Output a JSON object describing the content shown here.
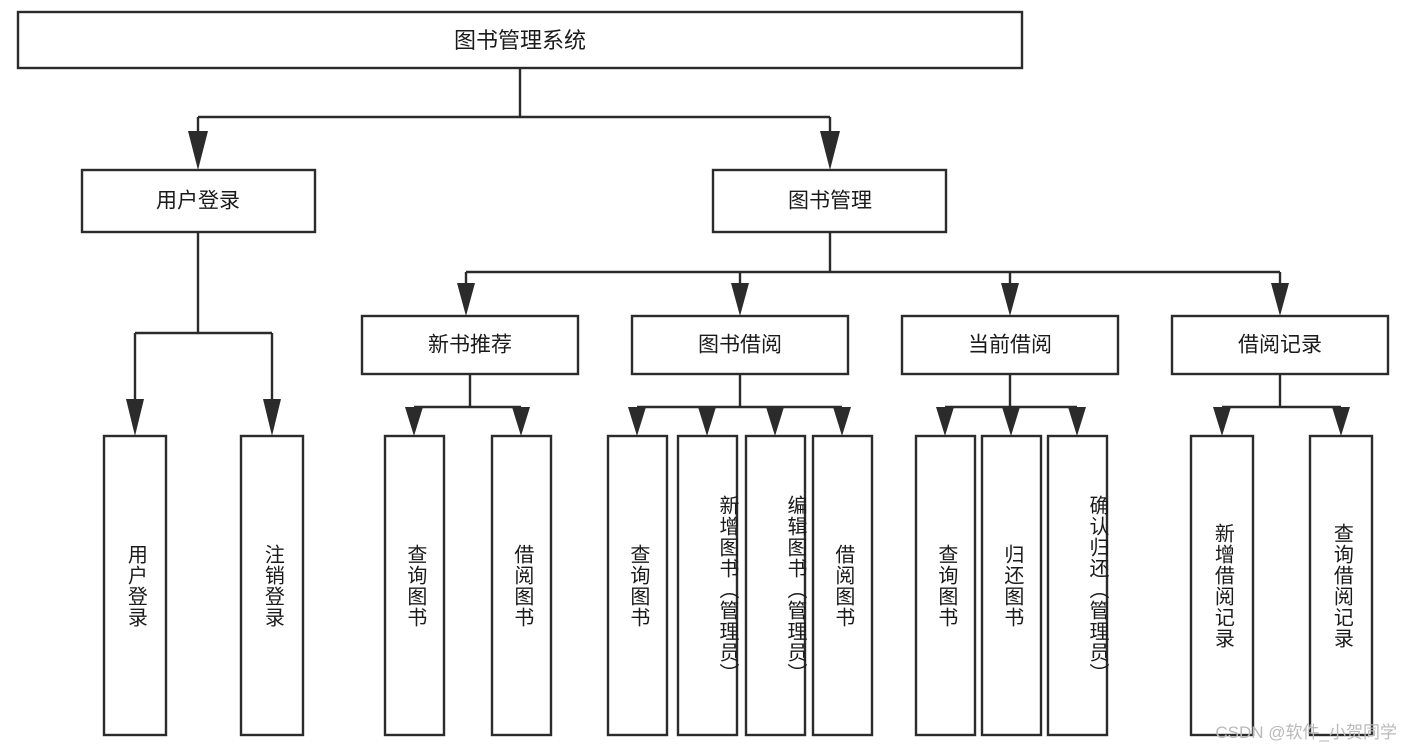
{
  "diagram": {
    "title": "图书管理系统",
    "watermark": "CSDN @软件_小贺同学",
    "colors": {
      "background": "#ffffff",
      "stroke": "#2b2b2b",
      "text": "#1a1a1a",
      "watermark": "#b9b9b9"
    },
    "root": {
      "label": "图书管理系统"
    },
    "level2": [
      {
        "label": "用户登录"
      },
      {
        "label": "图书管理"
      }
    ],
    "level3": [
      {
        "label": "新书推荐"
      },
      {
        "label": "图书借阅"
      },
      {
        "label": "当前借阅"
      },
      {
        "label": "借阅记录"
      }
    ],
    "leaves": {
      "user_login": [
        {
          "label": "用户登录"
        },
        {
          "label": "注销登录"
        }
      ],
      "new_book": [
        {
          "label": "查询图书"
        },
        {
          "label": "借阅图书"
        }
      ],
      "book_borrow": [
        {
          "label": "查询图书"
        },
        {
          "label": "新增图书（管理员）"
        },
        {
          "label": "编辑图书（管理员）"
        },
        {
          "label": "借阅图书"
        }
      ],
      "current_borrow": [
        {
          "label": "查询图书"
        },
        {
          "label": "归还图书"
        },
        {
          "label": "确认归还（管理员）"
        }
      ],
      "borrow_record": [
        {
          "label": "新增借阅记录"
        },
        {
          "label": "查询借阅记录"
        }
      ]
    }
  }
}
